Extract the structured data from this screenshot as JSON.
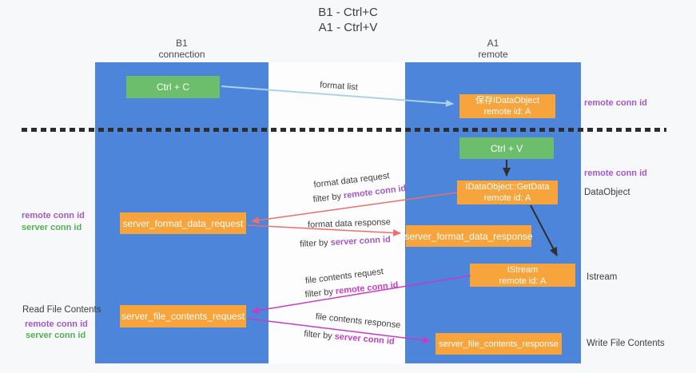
{
  "title": {
    "line1": "B1 - Ctrl+C",
    "line2": "A1 - Ctrl+V"
  },
  "columns": {
    "left": {
      "name": "B1",
      "role": "connection"
    },
    "right": {
      "name": "A1",
      "role": "remote"
    }
  },
  "boxes": {
    "ctrl_c": "Ctrl + C",
    "ctrl_v": "Ctrl + V",
    "save_idataobject_line1": "保存IDataObject",
    "save_idataobject_line2": "remote id: A",
    "getdata_line1": "IDataObject::GetData",
    "getdata_line2": "remote id: A",
    "istream_line1": "IStream",
    "istream_line2": "remote id: A",
    "server_format_data_request": "server_format_data_request",
    "server_format_data_response": "server_format_data_response",
    "server_file_contents_request": "server_file_contents_request",
    "server_file_contents_response": "server_file_contents_response"
  },
  "labels": {
    "remote_conn_id": "remote conn id",
    "server_conn_id": "server conn id",
    "dataobject": "DataObject",
    "istream": "Istream",
    "read_file_contents": "Read File Contents",
    "write_file_contents": "Write File Contents",
    "filter_by": "filter by "
  },
  "arrow_labels": {
    "format_list": "format list",
    "format_data_request": "format data request",
    "format_data_response": "format data response",
    "file_contents_request": "file contents request",
    "file_contents_response": "file contents response"
  },
  "colors": {
    "column_blue": "#4C85D9",
    "box_orange": "#F7A43C",
    "box_green": "#6CBE6C",
    "arrow_red": "#E9706B",
    "arrow_magenta": "#C73BC7",
    "arrow_light_blue": "#A9D2EE",
    "arrow_black": "#2f2f2f",
    "text_purple": "#A358C9",
    "text_green": "#55AF57"
  }
}
